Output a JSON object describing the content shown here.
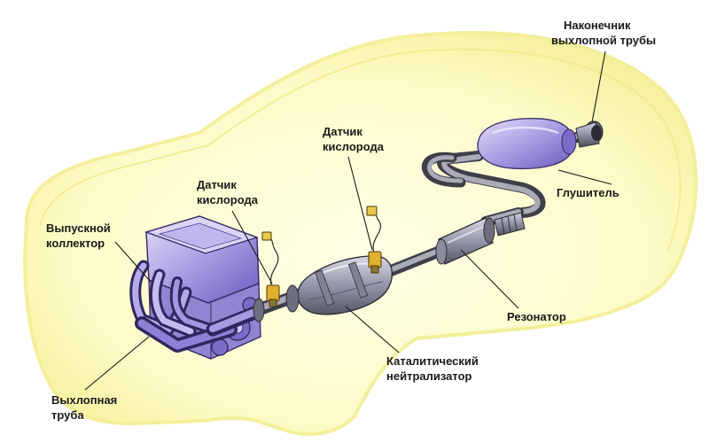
{
  "labels": {
    "tailpipe_tip_line1": "Наконечник",
    "tailpipe_tip_line2": "выхлопной трубы",
    "muffler": "Глушитель",
    "o2_sensor_rear_line1": "Датчик",
    "o2_sensor_rear_line2": "кислорода",
    "o2_sensor_front_line1": "Датчик",
    "o2_sensor_front_line2": "кислорода",
    "exhaust_manifold_line1": "Выпускной",
    "exhaust_manifold_line2": "коллектор",
    "resonator": "Резонатор",
    "catalytic_converter_line1": "Каталитический",
    "catalytic_converter_line2": "нейтрализатор",
    "exhaust_pipe_line1": "Выхлопная",
    "exhaust_pipe_line2": "труба"
  },
  "colors": {
    "car_glow": "#fcfbc4",
    "car_outline": "#f1ec8c",
    "engine": "#a89ae0",
    "exhaust_metal": "#9a9cae",
    "sensor": "#e0b030"
  }
}
